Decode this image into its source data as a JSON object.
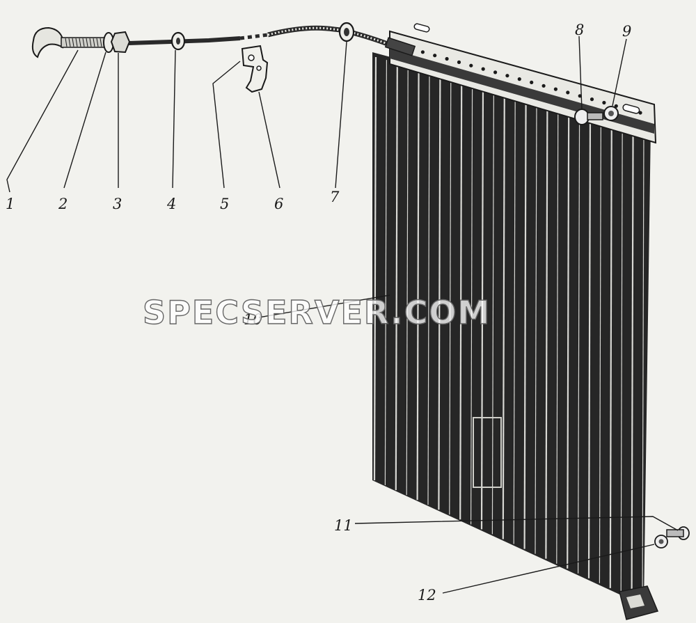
{
  "diagram": {
    "watermark": "SPECSERVER.COM",
    "callouts": [
      "1",
      "2",
      "3",
      "4",
      "5",
      "6",
      "7",
      "8",
      "9",
      "10",
      "11",
      "12"
    ]
  },
  "colors": {
    "background": "#f2f2ee",
    "ink": "#1a1a1a",
    "radiator_dark": "#2b2b2b",
    "radiator_light": "#d8d8d4"
  }
}
